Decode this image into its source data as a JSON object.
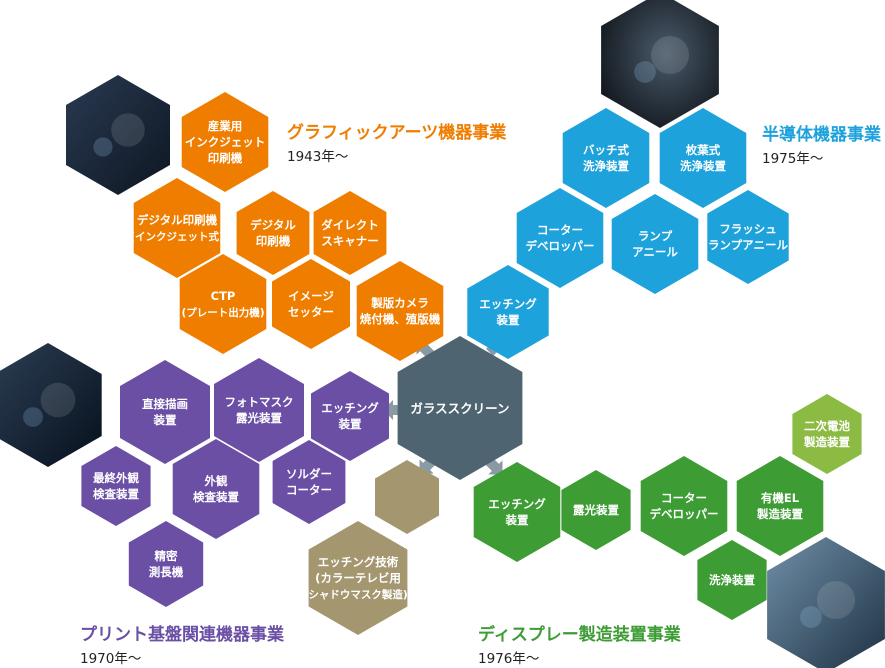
{
  "colors": {
    "graphic": "#ef7d00",
    "semi": "#1ea2dc",
    "print": "#6a4fa5",
    "display": "#3e9c35",
    "display_light": "#8bbb42",
    "center": "#4f6471",
    "etch_tech": "#a49770",
    "arrow": "#8a9aa3"
  },
  "center": {
    "label": "ガラススクリーン"
  },
  "sections": {
    "graphic": {
      "title": "グラフィックアーツ機器事業",
      "year": "1943年〜"
    },
    "semi": {
      "title": "半導体機器事業",
      "year": "1975年〜"
    },
    "print": {
      "title": "プリント基盤関連機器事業",
      "year": "1970年〜"
    },
    "display": {
      "title": "ディスプレー製造装置事業",
      "year": "1976年〜"
    }
  },
  "hexes": {
    "g1": [
      "産業用",
      "インクジェット",
      "印刷機"
    ],
    "g2": [
      "デジタル印刷機",
      "(インクジェット式)"
    ],
    "g3": [
      "デジタル",
      "印刷機"
    ],
    "g4": [
      "ダイレクト",
      "スキャナー"
    ],
    "g5": [
      "CTP",
      "(プレート出力機)"
    ],
    "g6": [
      "イメージ",
      "セッター"
    ],
    "g7": [
      "製版カメラ",
      "焼付機、殖版機"
    ],
    "s1": [
      "バッチ式",
      "洗浄装置"
    ],
    "s2": [
      "枚葉式",
      "洗浄装置"
    ],
    "s3": [
      "コーター",
      "デベロッパー"
    ],
    "s4": [
      "ランプ",
      "アニール"
    ],
    "s5": [
      "フラッシュ",
      "ランプアニール"
    ],
    "s6": [
      "エッチング",
      "装置"
    ],
    "p1": [
      "直接描画",
      "装置"
    ],
    "p2": [
      "フォトマスク",
      "露光装置"
    ],
    "p3": [
      "エッチング",
      "装置"
    ],
    "p4": [
      "最終外観",
      "検査装置"
    ],
    "p5": [
      "外観",
      "検査装置"
    ],
    "p6": [
      "ソルダー",
      "コーター"
    ],
    "p7": [
      "精密",
      "測長機"
    ],
    "d1": [
      "エッチング",
      "装置"
    ],
    "d2": [
      "露光装置"
    ],
    "d3": [
      "コーター",
      "デベロッパー"
    ],
    "d4": [
      "有機EL",
      "製造装置"
    ],
    "d5": [
      "二次電池",
      "製造装置"
    ],
    "d6": [
      "洗浄装置"
    ],
    "t1": [],
    "t2": [
      "エッチング技術",
      "(カラーテレビ用",
      "シャドウマスク製造)"
    ]
  },
  "photos": {
    "book": "book-photo",
    "robot": "robot-hand-photo",
    "phone": "phone-photo",
    "tech": "tech-hand-photo"
  }
}
